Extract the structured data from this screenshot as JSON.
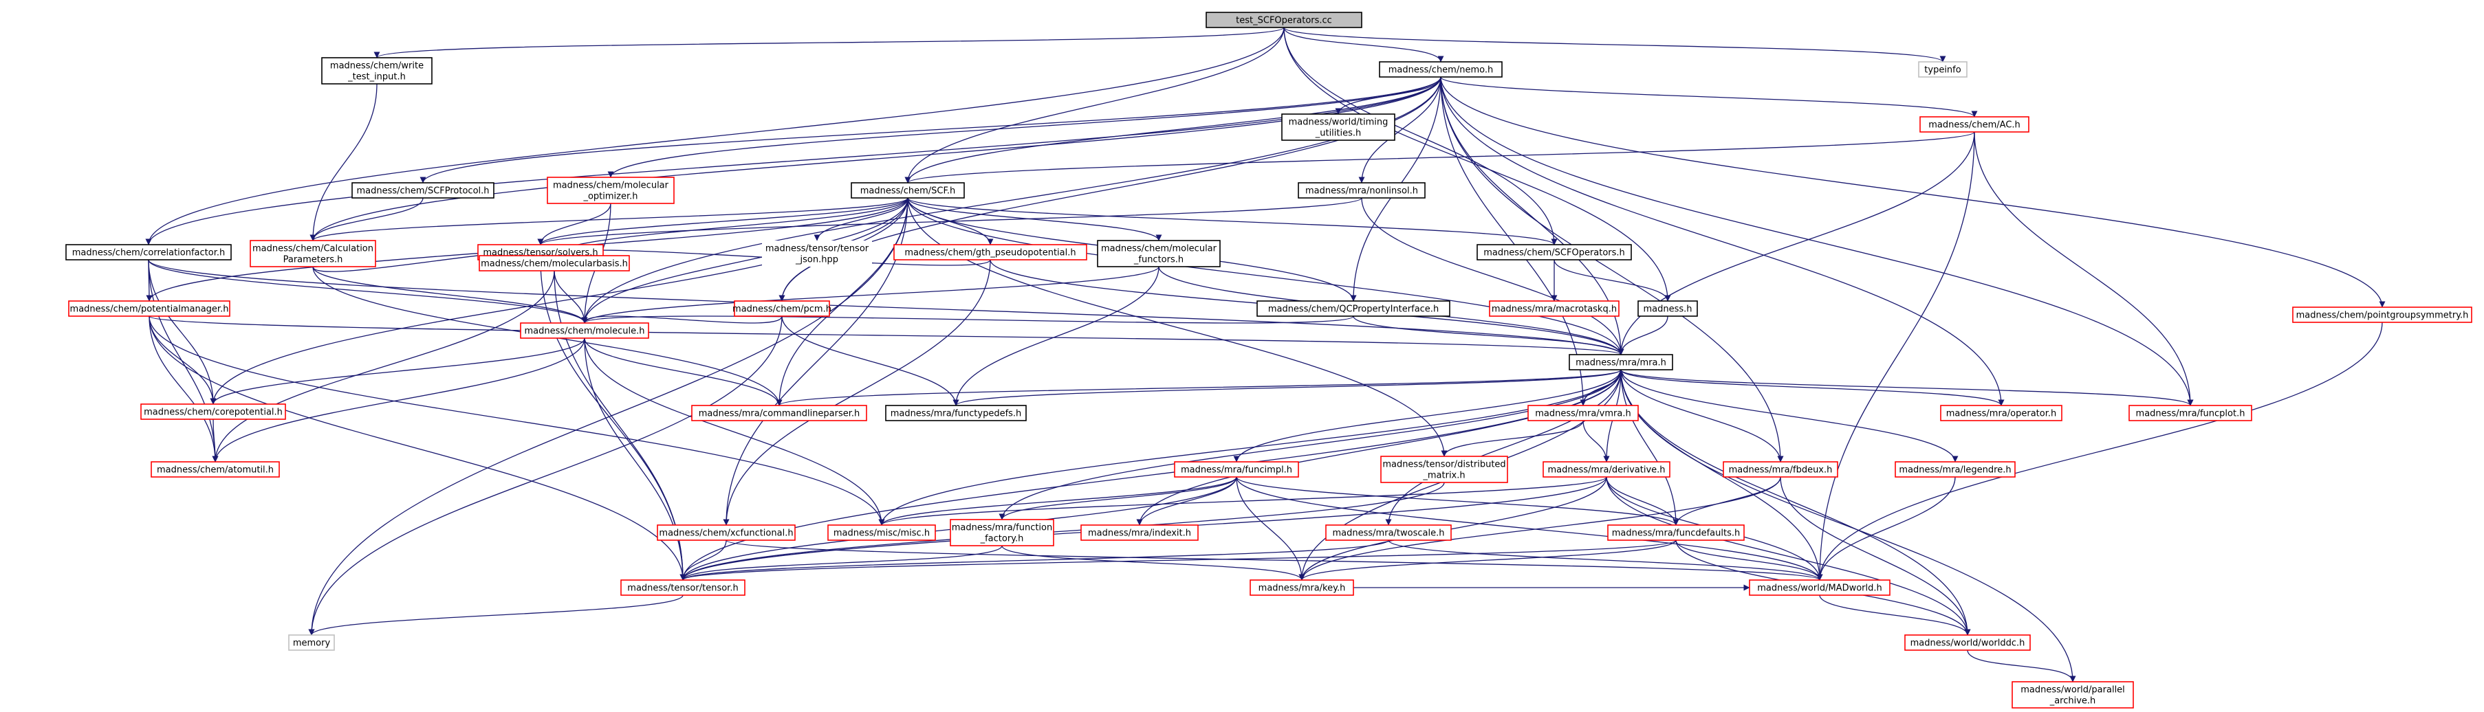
{
  "colors": {
    "edge": "#191970",
    "border_black": "#000000",
    "border_red": "#ff0000",
    "border_gray": "#bfbfbf",
    "fill_root": "#bfbfbf",
    "fill_default": "#ffffff",
    "text": "#000000"
  },
  "nodes": {
    "root": {
      "lines": [
        "test_SCFOperators.cc"
      ],
      "style": "root"
    },
    "write_test_input": {
      "lines": [
        "madness/chem/write",
        "_test_input.h"
      ],
      "style": "black"
    },
    "nemo": {
      "lines": [
        "madness/chem/nemo.h"
      ],
      "style": "black"
    },
    "typeinfo": {
      "lines": [
        "typeinfo"
      ],
      "style": "gray"
    },
    "timing": {
      "lines": [
        "madness/world/timing",
        "_utilities.h"
      ],
      "style": "black"
    },
    "ac": {
      "lines": [
        "madness/chem/AC.h"
      ],
      "style": "red"
    },
    "scfprotocol": {
      "lines": [
        "madness/chem/SCFProtocol.h"
      ],
      "style": "black"
    },
    "mol_optimizer": {
      "lines": [
        "madness/chem/molecular",
        "_optimizer.h"
      ],
      "style": "red"
    },
    "scf": {
      "lines": [
        "madness/chem/SCF.h"
      ],
      "style": "black"
    },
    "nonlinsol": {
      "lines": [
        "madness/mra/nonlinsol.h"
      ],
      "style": "black"
    },
    "pointgroup": {
      "lines": [
        "madness/chem/pointgroupsymmetry.h"
      ],
      "style": "red"
    },
    "corrfactor": {
      "lines": [
        "madness/chem/correlationfactor.h"
      ],
      "style": "black"
    },
    "calcparams": {
      "lines": [
        "madness/chem/Calculation",
        "Parameters.h"
      ],
      "style": "red"
    },
    "solvers": {
      "lines": [
        "madness/tensor/solvers.h"
      ],
      "style": "red"
    },
    "tensor_json": {
      "lines": [
        "madness/tensor/tensor",
        "_json.hpp"
      ],
      "style": "none"
    },
    "gth": {
      "lines": [
        "madness/chem/gth_pseudopotential.h"
      ],
      "style": "red"
    },
    "mol_functors": {
      "lines": [
        "madness/chem/molecular",
        "_functors.h"
      ],
      "style": "black"
    },
    "scfoperators": {
      "lines": [
        "madness/chem/SCFOperators.h"
      ],
      "style": "black"
    },
    "potmanager": {
      "lines": [
        "madness/chem/potentialmanager.h"
      ],
      "style": "red"
    },
    "molbasis": {
      "lines": [
        "madness/chem/molecularbasis.h"
      ],
      "style": "red"
    },
    "pcm": {
      "lines": [
        "madness/chem/pcm.h"
      ],
      "style": "red"
    },
    "qcprop": {
      "lines": [
        "madness/chem/QCPropertyInterface.h"
      ],
      "style": "black"
    },
    "macrotaskq": {
      "lines": [
        "madness/mra/macrotaskq.h"
      ],
      "style": "red"
    },
    "madness_h": {
      "lines": [
        "madness.h"
      ],
      "style": "black"
    },
    "molecule": {
      "lines": [
        "madness/chem/molecule.h"
      ],
      "style": "red"
    },
    "mra": {
      "lines": [
        "madness/mra/mra.h"
      ],
      "style": "black"
    },
    "corepotential": {
      "lines": [
        "madness/chem/corepotential.h"
      ],
      "style": "red"
    },
    "cmdparser": {
      "lines": [
        "madness/mra/commandlineparser.h"
      ],
      "style": "red"
    },
    "functypedefs": {
      "lines": [
        "madness/mra/functypedefs.h"
      ],
      "style": "black"
    },
    "vmra": {
      "lines": [
        "madness/mra/vmra.h"
      ],
      "style": "red"
    },
    "operator": {
      "lines": [
        "madness/mra/operator.h"
      ],
      "style": "red"
    },
    "funcplot": {
      "lines": [
        "madness/mra/funcplot.h"
      ],
      "style": "red"
    },
    "atomutil": {
      "lines": [
        "madness/chem/atomutil.h"
      ],
      "style": "red"
    },
    "funcimpl": {
      "lines": [
        "madness/mra/funcimpl.h"
      ],
      "style": "red"
    },
    "distmatrix": {
      "lines": [
        "madness/tensor/distributed",
        "_matrix.h"
      ],
      "style": "red"
    },
    "derivative": {
      "lines": [
        "madness/mra/derivative.h"
      ],
      "style": "red"
    },
    "fbdeux": {
      "lines": [
        "madness/mra/fbdeux.h"
      ],
      "style": "red"
    },
    "legendre": {
      "lines": [
        "madness/mra/legendre.h"
      ],
      "style": "red"
    },
    "xcfunctional": {
      "lines": [
        "madness/chem/xcfunctional.h"
      ],
      "style": "red"
    },
    "misc": {
      "lines": [
        "madness/misc/misc.h"
      ],
      "style": "red"
    },
    "function_factory": {
      "lines": [
        "madness/mra/function",
        "_factory.h"
      ],
      "style": "red"
    },
    "indexit": {
      "lines": [
        "madness/mra/indexit.h"
      ],
      "style": "red"
    },
    "twoscale": {
      "lines": [
        "madness/mra/twoscale.h"
      ],
      "style": "red"
    },
    "funcdefaults": {
      "lines": [
        "madness/mra/funcdefaults.h"
      ],
      "style": "red"
    },
    "tensor": {
      "lines": [
        "madness/tensor/tensor.h"
      ],
      "style": "red"
    },
    "key": {
      "lines": [
        "madness/mra/key.h"
      ],
      "style": "red"
    },
    "madworld": {
      "lines": [
        "madness/world/MADworld.h"
      ],
      "style": "red"
    },
    "memory": {
      "lines": [
        "memory"
      ],
      "style": "gray"
    },
    "worlddc": {
      "lines": [
        "madness/world/worlddc.h"
      ],
      "style": "red"
    },
    "parallel_archive": {
      "lines": [
        "madness/world/parallel",
        "_archive.h"
      ],
      "style": "red"
    }
  },
  "edges": [
    [
      "root",
      "write_test_input"
    ],
    [
      "root",
      "nemo"
    ],
    [
      "root",
      "typeinfo"
    ],
    [
      "root",
      "scf"
    ],
    [
      "root",
      "corrfactor"
    ],
    [
      "root",
      "scfoperators"
    ],
    [
      "root",
      "madness_h"
    ],
    [
      "write_test_input",
      "calcparams"
    ],
    [
      "nemo",
      "timing"
    ],
    [
      "nemo",
      "ac"
    ],
    [
      "nemo",
      "scfprotocol"
    ],
    [
      "nemo",
      "mol_optimizer"
    ],
    [
      "nemo",
      "scf"
    ],
    [
      "nemo",
      "nonlinsol"
    ],
    [
      "nemo",
      "pointgroup"
    ],
    [
      "nemo",
      "corrfactor"
    ],
    [
      "nemo",
      "calcparams"
    ],
    [
      "nemo",
      "pcm"
    ],
    [
      "nemo",
      "qcprop"
    ],
    [
      "nemo",
      "mra"
    ],
    [
      "nemo",
      "operator"
    ],
    [
      "nemo",
      "funcplot"
    ],
    [
      "nemo",
      "vmra"
    ],
    [
      "nemo",
      "fbdeux"
    ],
    [
      "nemo",
      "molecule"
    ],
    [
      "ac",
      "scf"
    ],
    [
      "ac",
      "mra"
    ],
    [
      "ac",
      "funcplot"
    ],
    [
      "ac",
      "madworld"
    ],
    [
      "scfprotocol",
      "calcparams"
    ],
    [
      "mol_optimizer",
      "solvers"
    ],
    [
      "mol_optimizer",
      "molecule"
    ],
    [
      "scf",
      "calcparams"
    ],
    [
      "scf",
      "solvers"
    ],
    [
      "scf",
      "tensor_json"
    ],
    [
      "scf",
      "gth"
    ],
    [
      "scf",
      "mol_functors"
    ],
    [
      "scf",
      "scfoperators"
    ],
    [
      "scf",
      "potmanager"
    ],
    [
      "scf",
      "molbasis"
    ],
    [
      "scf",
      "pcm"
    ],
    [
      "scf",
      "qcprop"
    ],
    [
      "scf",
      "molecule"
    ],
    [
      "scf",
      "mra"
    ],
    [
      "scf",
      "corepotential"
    ],
    [
      "scf",
      "memory"
    ],
    [
      "scf",
      "xcfunctional"
    ],
    [
      "scf",
      "distmatrix"
    ],
    [
      "scf",
      "cmdparser"
    ],
    [
      "nonlinsol",
      "solvers"
    ],
    [
      "nonlinsol",
      "mra"
    ],
    [
      "pointgroup",
      "madworld"
    ],
    [
      "corrfactor",
      "potmanager"
    ],
    [
      "corrfactor",
      "molecule"
    ],
    [
      "corrfactor",
      "mra"
    ],
    [
      "corrfactor",
      "atomutil"
    ],
    [
      "corrfactor",
      "corepotential"
    ],
    [
      "calcparams",
      "molbasis"
    ],
    [
      "calcparams",
      "molecule"
    ],
    [
      "calcparams",
      "cmdparser"
    ],
    [
      "solvers",
      "tensor"
    ],
    [
      "gth",
      "molbasis"
    ],
    [
      "gth",
      "mra"
    ],
    [
      "gth",
      "xcfunctional"
    ],
    [
      "mol_functors",
      "molecule"
    ],
    [
      "mol_functors",
      "mra"
    ],
    [
      "mol_functors",
      "functypedefs"
    ],
    [
      "scfoperators",
      "macrotaskq"
    ],
    [
      "scfoperators",
      "madness_h"
    ],
    [
      "potmanager",
      "corepotential"
    ],
    [
      "potmanager",
      "atomutil"
    ],
    [
      "potmanager",
      "tensor"
    ],
    [
      "potmanager",
      "mra"
    ],
    [
      "potmanager",
      "misc"
    ],
    [
      "molbasis",
      "molecule"
    ],
    [
      "molbasis",
      "atomutil"
    ],
    [
      "molbasis",
      "tensor"
    ],
    [
      "pcm",
      "molecule"
    ],
    [
      "pcm",
      "functypedefs"
    ],
    [
      "pcm",
      "memory"
    ],
    [
      "qcprop",
      "mra"
    ],
    [
      "qcprop",
      "molecule"
    ],
    [
      "madness_h",
      "mra"
    ],
    [
      "molecule",
      "corepotential"
    ],
    [
      "molecule",
      "atomutil"
    ],
    [
      "molecule",
      "tensor"
    ],
    [
      "molecule",
      "misc"
    ],
    [
      "molecule",
      "cmdparser"
    ],
    [
      "corepotential",
      "atomutil"
    ],
    [
      "mra",
      "cmdparser"
    ],
    [
      "mra",
      "functypedefs"
    ],
    [
      "mra",
      "vmra"
    ],
    [
      "mra",
      "operator"
    ],
    [
      "mra",
      "funcplot"
    ],
    [
      "mra",
      "funcimpl"
    ],
    [
      "mra",
      "derivative"
    ],
    [
      "mra",
      "fbdeux"
    ],
    [
      "mra",
      "legendre"
    ],
    [
      "mra",
      "misc"
    ],
    [
      "mra",
      "function_factory"
    ],
    [
      "mra",
      "indexit"
    ],
    [
      "mra",
      "twoscale"
    ],
    [
      "mra",
      "funcdefaults"
    ],
    [
      "mra",
      "key"
    ],
    [
      "mra",
      "madworld"
    ],
    [
      "mra",
      "worlddc"
    ],
    [
      "mra",
      "tensor"
    ],
    [
      "mra",
      "parallel_archive"
    ],
    [
      "vmra",
      "mra"
    ],
    [
      "vmra",
      "derivative"
    ],
    [
      "vmra",
      "distmatrix"
    ],
    [
      "funcimpl",
      "misc"
    ],
    [
      "funcimpl",
      "function_factory"
    ],
    [
      "funcimpl",
      "indexit"
    ],
    [
      "funcimpl",
      "key"
    ],
    [
      "funcimpl",
      "tensor"
    ],
    [
      "funcimpl",
      "madworld"
    ],
    [
      "funcimpl",
      "funcdefaults"
    ],
    [
      "distmatrix",
      "tensor"
    ],
    [
      "derivative",
      "misc"
    ],
    [
      "derivative",
      "funcdefaults"
    ],
    [
      "derivative",
      "tensor"
    ],
    [
      "derivative",
      "key"
    ],
    [
      "derivative",
      "madworld"
    ],
    [
      "derivative",
      "worlddc"
    ],
    [
      "fbdeux",
      "funcdefaults"
    ],
    [
      "fbdeux",
      "key"
    ],
    [
      "fbdeux",
      "worlddc"
    ],
    [
      "legendre",
      "madworld"
    ],
    [
      "xcfunctional",
      "tensor"
    ],
    [
      "xcfunctional",
      "madworld"
    ],
    [
      "function_factory",
      "tensor"
    ],
    [
      "function_factory",
      "key"
    ],
    [
      "twoscale",
      "tensor"
    ],
    [
      "twoscale",
      "madworld"
    ],
    [
      "funcdefaults",
      "tensor"
    ],
    [
      "funcdefaults",
      "key"
    ],
    [
      "funcdefaults",
      "madworld"
    ],
    [
      "funcdefaults",
      "worlddc"
    ],
    [
      "tensor",
      "memory"
    ],
    [
      "key",
      "madworld"
    ],
    [
      "madworld",
      "worlddc"
    ],
    [
      "worlddc",
      "parallel_archive"
    ]
  ]
}
